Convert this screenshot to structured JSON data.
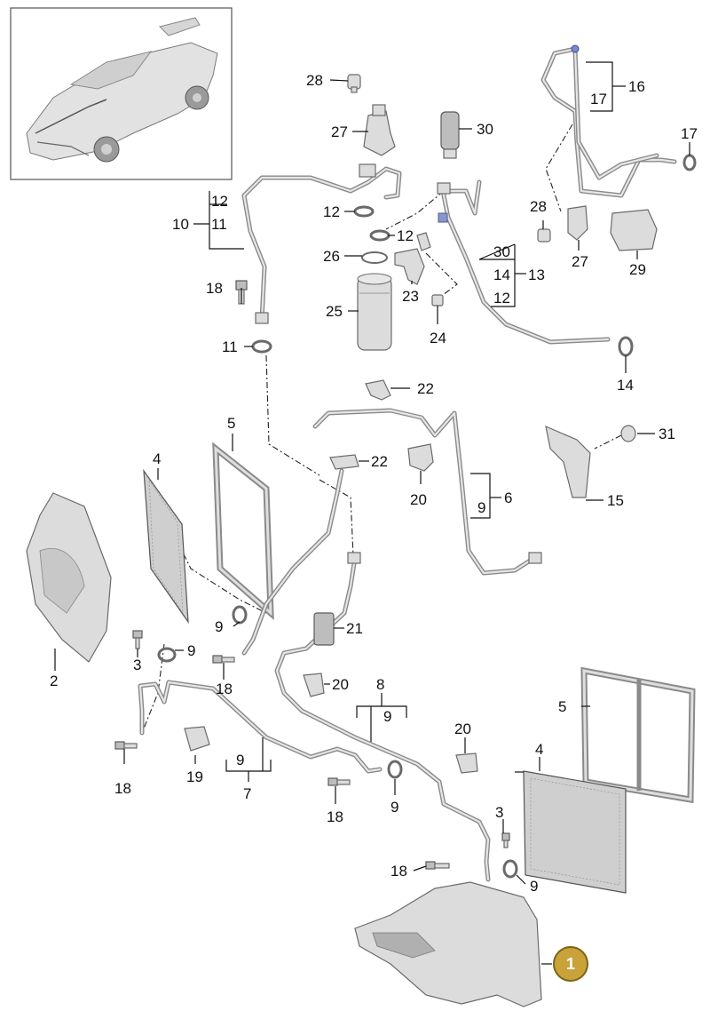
{
  "labels": {
    "l28a": "28",
    "l27a": "27",
    "l30a": "30",
    "l16": "16",
    "l17a": "17",
    "l17b": "17",
    "l12a": "12",
    "l10": "10",
    "l11a": "11",
    "l12b": "12",
    "l12c": "12",
    "l26": "26",
    "l30b": "30",
    "l14a": "14",
    "l13": "13",
    "l12d": "12",
    "l28b": "28",
    "l27b": "27",
    "l29": "29",
    "l18a": "18",
    "l23": "23",
    "l25": "25",
    "l24": "24",
    "l11b": "11",
    "l14b": "14",
    "l22a": "22",
    "l5a": "5",
    "l4a": "4",
    "l22b": "22",
    "l31": "31",
    "l20a": "20",
    "l9a": "9",
    "l6": "6",
    "l15": "15",
    "l9b": "9",
    "l21": "21",
    "l9c": "9",
    "l3a": "3",
    "l2": "2",
    "l18b": "18",
    "l20b": "20",
    "l8": "8",
    "l9d": "9",
    "l5b": "5",
    "l20c": "20",
    "l9e": "9",
    "l7": "7",
    "l4b": "4",
    "l18c": "18",
    "l19": "19",
    "l18d": "18",
    "l9f": "9",
    "l3b": "3",
    "l18e": "18",
    "l9g": "9"
  },
  "highlight": {
    "label": "1",
    "color": "#c9a23a"
  }
}
